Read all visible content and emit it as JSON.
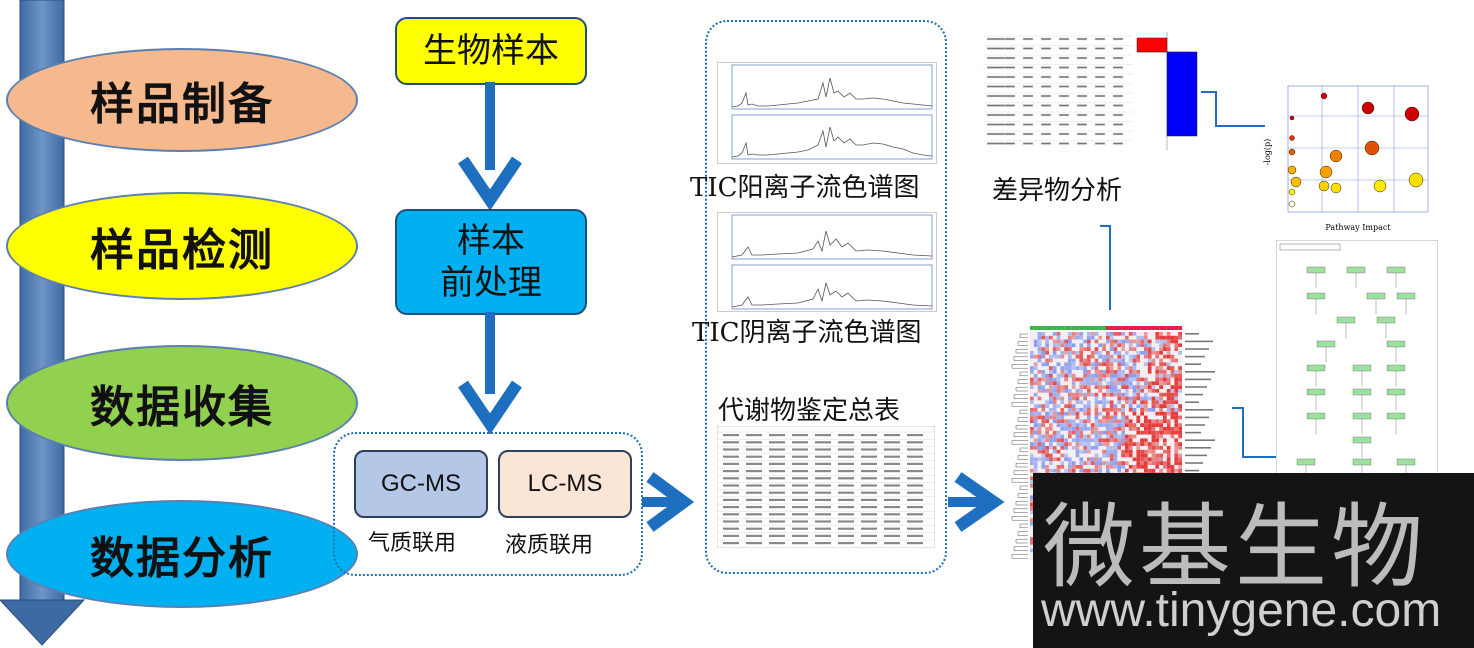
{
  "stages": [
    "样品制备",
    "样品检测",
    "数据收集",
    "数据分析"
  ],
  "stage_colors": [
    "#f6b98d",
    "#ffff00",
    "#92d050",
    "#00b0f0"
  ],
  "flow": {
    "sample": "生物样本",
    "pretreat_line1": "样本",
    "pretreat_line2": "前处理"
  },
  "platforms": {
    "gc_label": "GC-MS",
    "gc_caption": "气质联用",
    "lc_label": "LC-MS",
    "lc_caption": "液质联用"
  },
  "outputs": {
    "tic_pos": "TIC阳离子流色谱图",
    "tic_neg": "TIC阴离子流色谱图",
    "table_title": "代谢物鉴定总表",
    "diff_analysis": "差异物分析"
  },
  "bubble_plot": {
    "xlabel": "Pathway Impact",
    "ylabel": "-log(p)"
  },
  "watermark": {
    "chinese": "微基生物",
    "url": "www.tinygene.com"
  }
}
